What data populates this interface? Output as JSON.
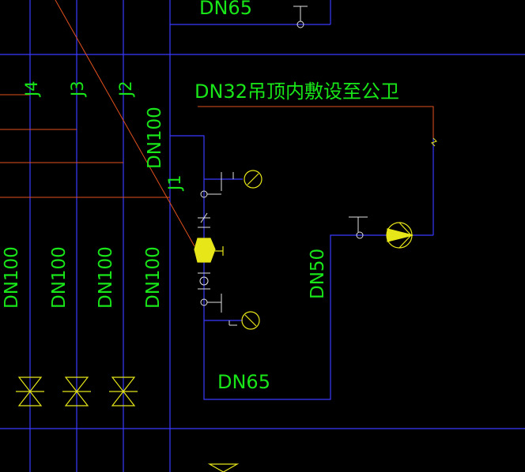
{
  "colors": {
    "background": "#000000",
    "pipe_blue": "#3a3aff",
    "pipe_orange": "#e0501e",
    "text_green": "#19e619",
    "symbol_yellow": "#e6e619",
    "symbol_white": "#e0e0e0"
  },
  "labels": {
    "top_dn65": "DN65",
    "riser_j4": "J4",
    "riser_j3": "J3",
    "riser_j2": "J2",
    "riser_j1": "J1",
    "main_dn100": "DN100",
    "branch_note": "DN32吊顶内敷设至公卫",
    "dn50": "DN50",
    "bottom_dn65": "DN65",
    "col1_dn100": "DN100",
    "col2_dn100": "DN100",
    "col3_dn100": "DN100",
    "col4_dn100": "DN100"
  },
  "icons": {
    "pressure_gauge": "pressure-gauge-icon",
    "gate_valve": "gate-valve-icon",
    "check_valve": "check-valve-icon",
    "water_meter": "water-meter-icon",
    "pump": "pump-icon",
    "flexible_joint": "flexible-joint-icon"
  }
}
